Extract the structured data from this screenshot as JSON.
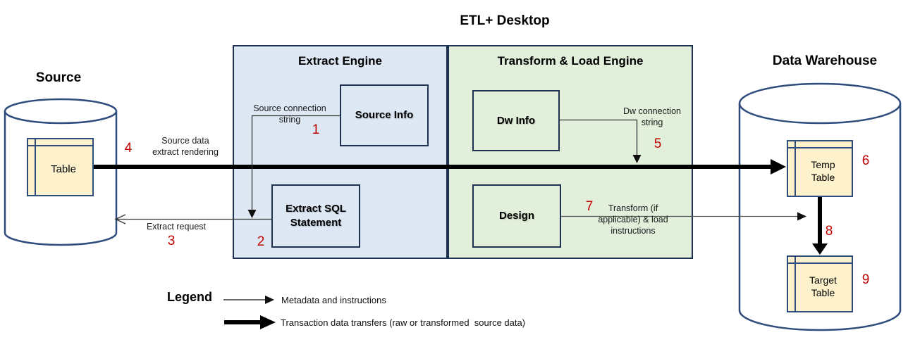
{
  "title": "ETL+ Desktop",
  "source": {
    "heading": "Source",
    "table": "Table"
  },
  "extract_engine": {
    "heading": "Extract Engine",
    "source_info": "Source Info",
    "extract_sql": "Extract SQL Statement"
  },
  "transform_engine": {
    "heading": "Transform & Load Engine",
    "dw_info": "Dw Info",
    "design": "Design"
  },
  "data_warehouse": {
    "heading": "Data Warehouse",
    "temp_table": "Temp Table",
    "target_table": "Target Table"
  },
  "labels": {
    "source_connection": "Source connection\nstring",
    "source_data": "Source data\nextract rendering",
    "extract_request": "Extract request",
    "dw_connection": "Dw connection\nstring",
    "transform_load": "Transform (if\napplicable) & load\ninstructions"
  },
  "steps": {
    "n1": "1",
    "n2": "2",
    "n3": "3",
    "n4": "4",
    "n5": "5",
    "n6": "6",
    "n7": "7",
    "n8": "8",
    "n9": "9"
  },
  "legend": {
    "heading": "Legend",
    "metadata": "Metadata and instructions",
    "transaction": "Transaction data transfers (raw or transformed  source data)"
  },
  "colors": {
    "engine_blue": "#dde8f4",
    "engine_green": "#e2efdb",
    "table_tan": "#fdf2cc",
    "border_navy": "#1e3250",
    "cylinder_navy": "#2e4d7c",
    "step_red": "#c00000",
    "thin_arrow": "#333333",
    "thick_arrow": "#000000"
  }
}
